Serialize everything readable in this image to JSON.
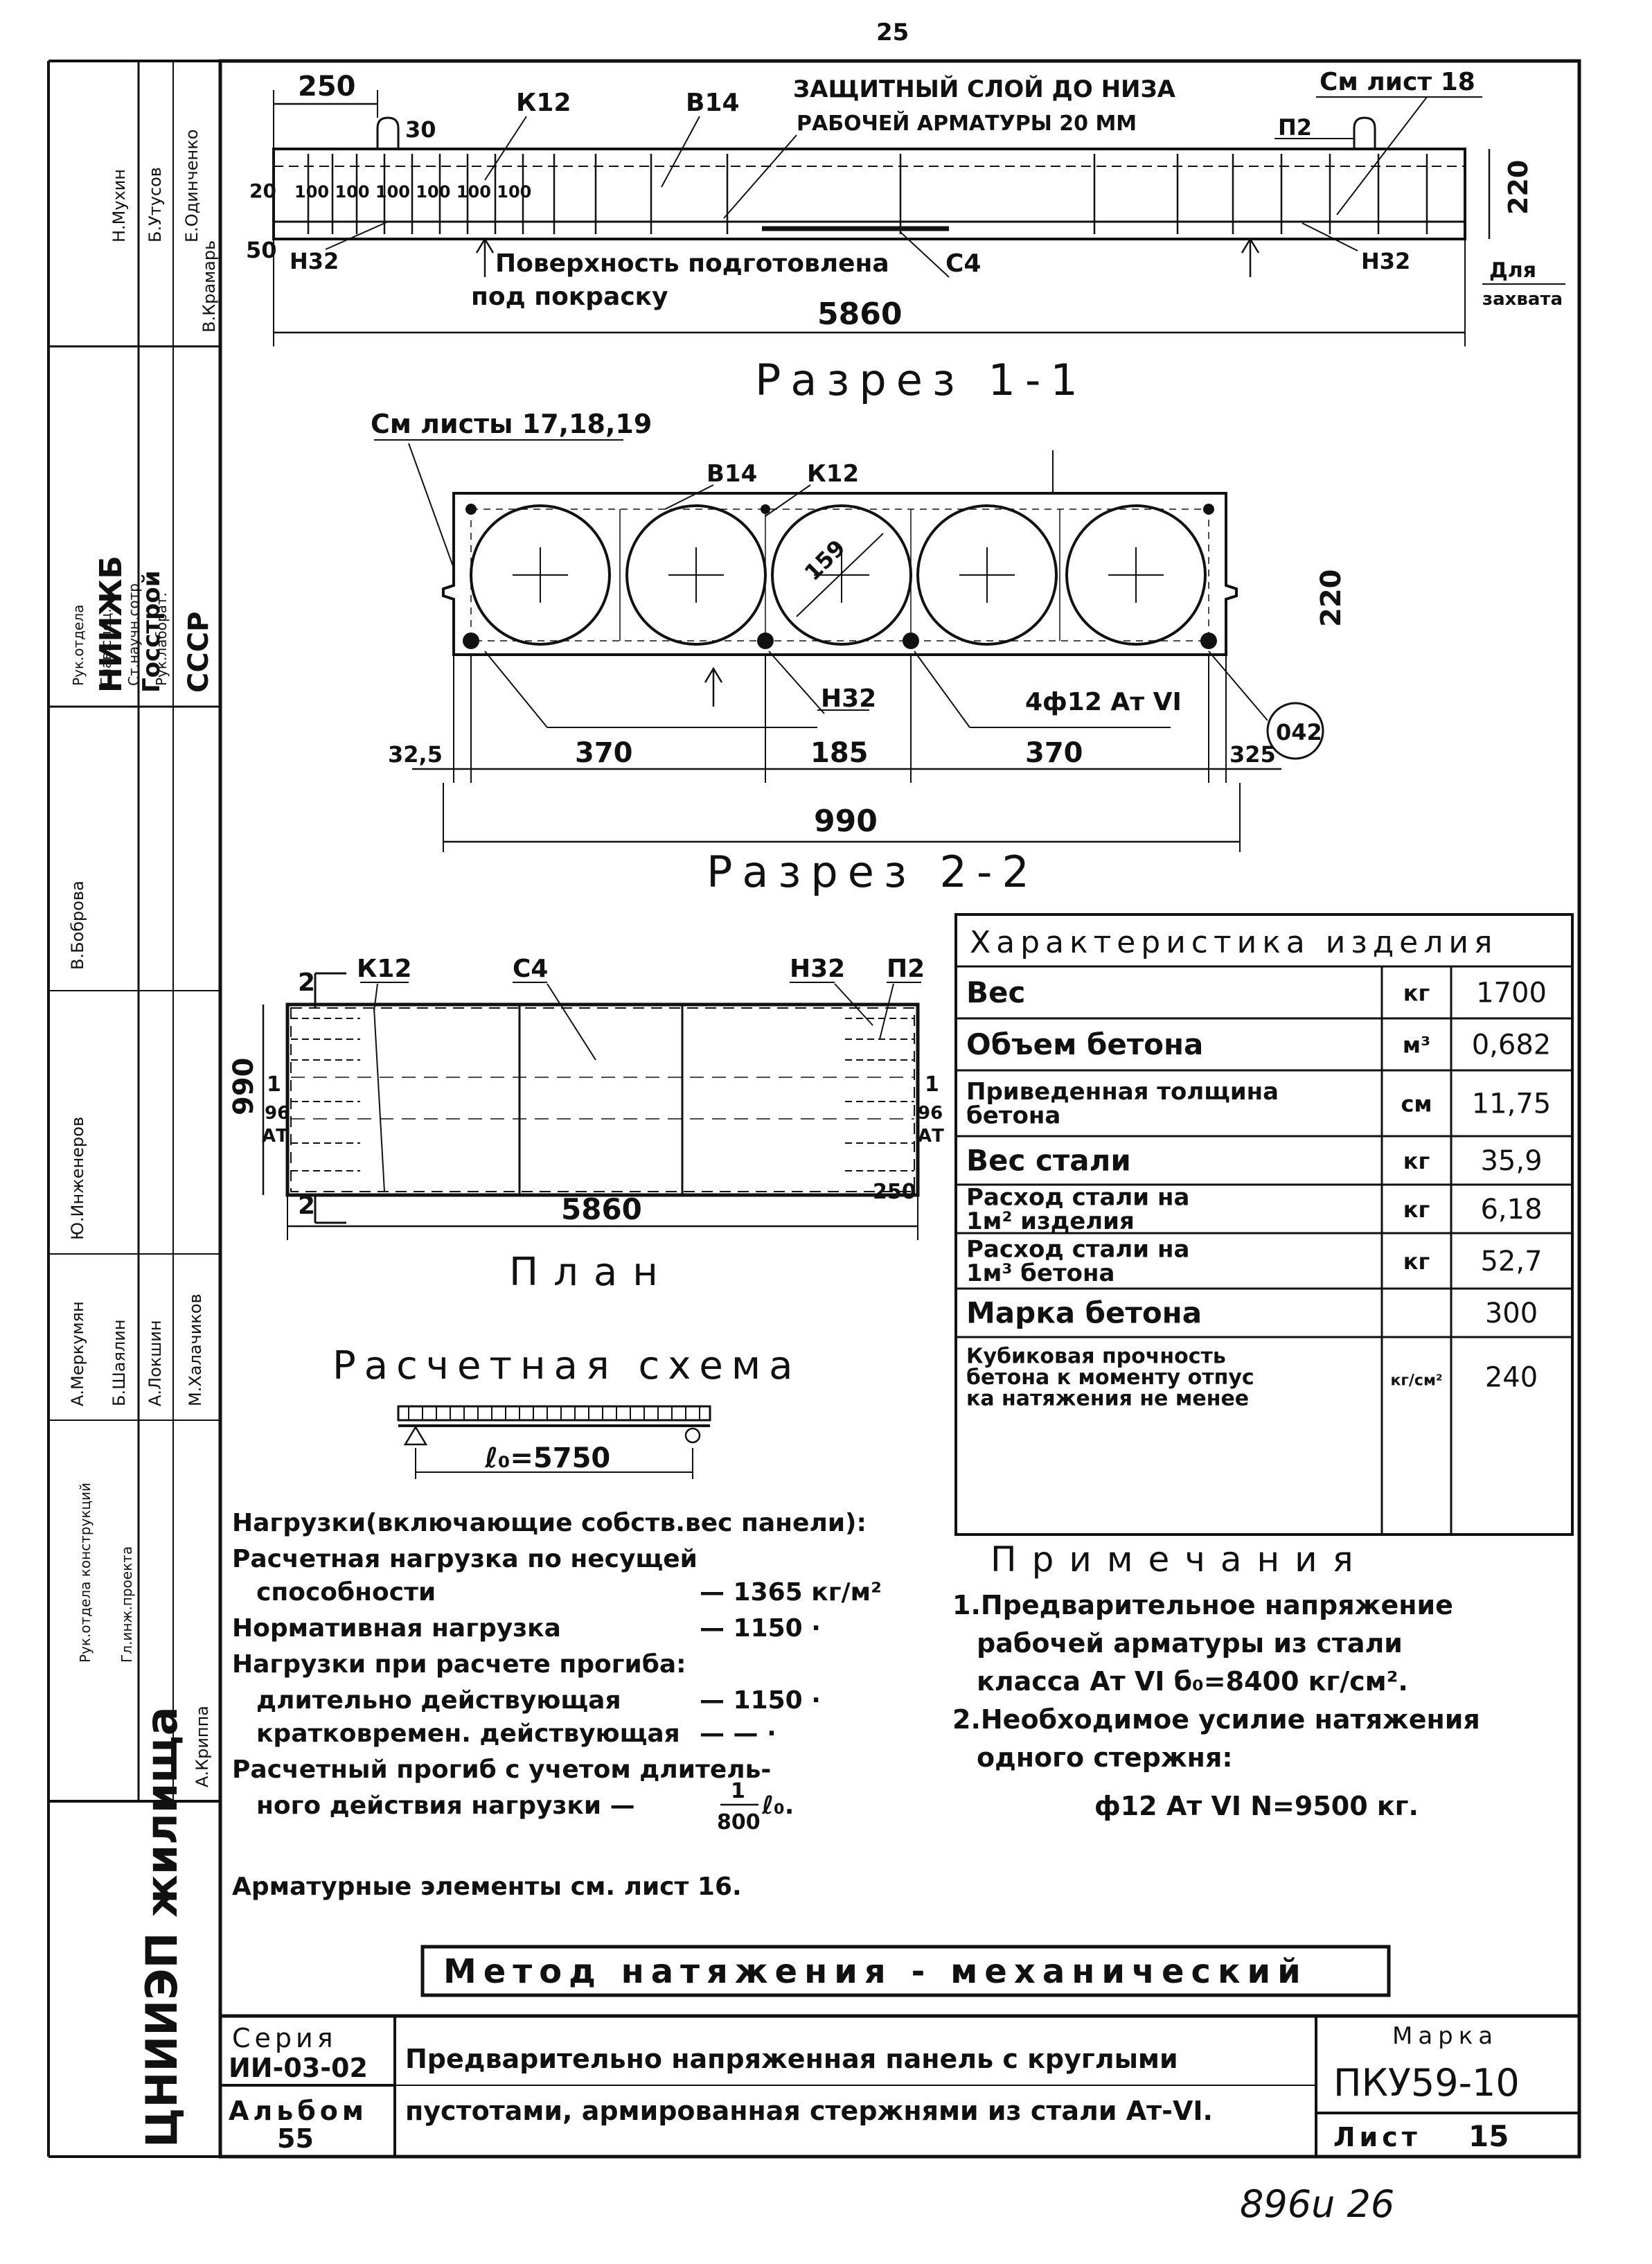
{
  "page_number_top": "25",
  "elevation": {
    "dim_250": "250",
    "dim_30": "30",
    "mark_k12": "К12",
    "mark_v14": "В14",
    "protect_line1": "ЗАЩИТНЫЙ СЛОЙ ДО НИЗА",
    "protect_line2": "РАБОЧЕЙ АРМАТУРЫ 20 ММ",
    "see_sheet": "См лист 18",
    "mark_p2": "П2",
    "dim_20": "20",
    "spacings": "100 100 100 100 100 100",
    "dim_50": "50",
    "mark_n32_left": "Н32",
    "mark_n32_right": "Н32",
    "surface_line1": "Поверхность подготовлена",
    "surface_line2": "под покраску",
    "mark_c4": "С4",
    "dim_220": "220",
    "grip_line1": "Для",
    "grip_line2": "захвата",
    "dim_5860": "5860"
  },
  "section11": {
    "title": "Разрез 1-1",
    "see_sheets": "См листы 17,18,19",
    "mark_v14": "В14",
    "mark_k12": "К12",
    "diam_159": "159",
    "dim_220": "220",
    "mark_n32": "Н32",
    "rebar": "4ф12 Ат VI",
    "mark_042": "042",
    "dim_325_left": "32,5",
    "dim_370_left": "370",
    "dim_185": "185",
    "dim_370_right": "370",
    "dim_325_right": "325",
    "dim_990": "990"
  },
  "section22_title": "Разрез 2-2",
  "plan": {
    "mark_2_top": "2",
    "mark_k12": "К12",
    "mark_c4": "С4",
    "mark_n32": "Н32",
    "mark_p2": "П2",
    "dim_990": "990",
    "mark_1_left": "1",
    "dim_96_left": "96",
    "mark_at_left": "АТ",
    "mark_2_bottom": "2",
    "dim_5860": "5860",
    "dim_250": "250",
    "mark_1_right": "1",
    "dim_96_right": "96",
    "mark_at_right": "АТ",
    "title": "План"
  },
  "scheme": {
    "title": "Расчетная схема",
    "span": "ℓ₀=5750"
  },
  "loads": {
    "header": "Нагрузки(включающие собств.вес панели):",
    "l1": "Расчетная нагрузка по несущей",
    "l2": "способности",
    "l2v": "— 1365 кг/м²",
    "l3": "Нормативная нагрузка",
    "l3v": "— 1150 ·",
    "l4": "Нагрузки при расчете прогиба:",
    "l5": "длительно действующая",
    "l5v": "— 1150 ·",
    "l6": "кратковремен. действующая",
    "l6v": "— — ·",
    "l7": "Расчетный прогиб с учетом длитель-",
    "l8": "ного действия нагрузки —",
    "frac_num": "1",
    "frac_den": "800",
    "l8_end": "ℓ₀.",
    "armature": "Арматурные элементы см. лист 16."
  },
  "characteristics": {
    "title": "Характеристика изделия",
    "rows": [
      {
        "name": [
          "Вес"
        ],
        "unit": "кг",
        "value": "1700"
      },
      {
        "name": [
          "Объем бетона"
        ],
        "unit": "м³",
        "value": "0,682"
      },
      {
        "name": [
          "Приведенная толщина",
          "бетона"
        ],
        "unit": "см",
        "value": "11,75"
      },
      {
        "name": [
          "Вес стали"
        ],
        "unit": "кг",
        "value": "35,9"
      },
      {
        "name": [
          "Расход стали на",
          "1м² изделия"
        ],
        "unit": "кг",
        "value": "6,18"
      },
      {
        "name": [
          "Расход стали на",
          "1м³ бетона"
        ],
        "unit": "кг",
        "value": "52,7"
      },
      {
        "name": [
          "Марка бетона"
        ],
        "unit": "",
        "value": "300"
      },
      {
        "name": [
          "Кубиковая прочность",
          "бетона к моменту отпус",
          "ка натяжения не менее"
        ],
        "unit": "кг/см²",
        "value": "240"
      }
    ]
  },
  "notes": {
    "title": "Примечания",
    "n1a": "1.Предварительное напряжение",
    "n1b": "рабочей арматуры из стали",
    "n1c": "класса Ат VI   б₀=8400 кг/см².",
    "n2a": "2.Необходимое усилие натяжения",
    "n2b": "одного стержня:",
    "n2c": "ф12 Ат VI     N=9500 кг."
  },
  "method": "Метод натяжения - механический",
  "title_block": {
    "series_label": "Серия",
    "series_value": "ИИ-03-02",
    "album_label": "Альбом",
    "album_value": "55",
    "desc1": "Предварительно напряженная панель с круглыми",
    "desc2": "пустотами, армированная стержнями из стали Ат-VI.",
    "mark_label": "Марка",
    "mark_value": "ПКУ59-10",
    "sheet_label": "Лист",
    "sheet_value": "15"
  },
  "left_strip": {
    "org_bottom": "ЦНИИЭП жилища",
    "org_mid1": "НИИЖБ",
    "org_mid2": "Госстрой",
    "org_mid3": "СССР",
    "names": [
      "Н.Мухин",
      "Б.Утусов",
      "Е.Одинченко",
      "В.Крамарь",
      "В.Боброва",
      "Ю.Инженеров",
      "А.Меркумян",
      "Б.Шаялин",
      "А.Локшин",
      "М.Халачиков",
      "А.Криппа"
    ],
    "roles": [
      "Рук.отдела",
      "Глав.спец.",
      "Ст.научн.сотр",
      "Рук.лаборат.",
      "Рук.отдела конструкций",
      "Гл.инж.проекта"
    ]
  },
  "handwritten_number": "896u   26"
}
